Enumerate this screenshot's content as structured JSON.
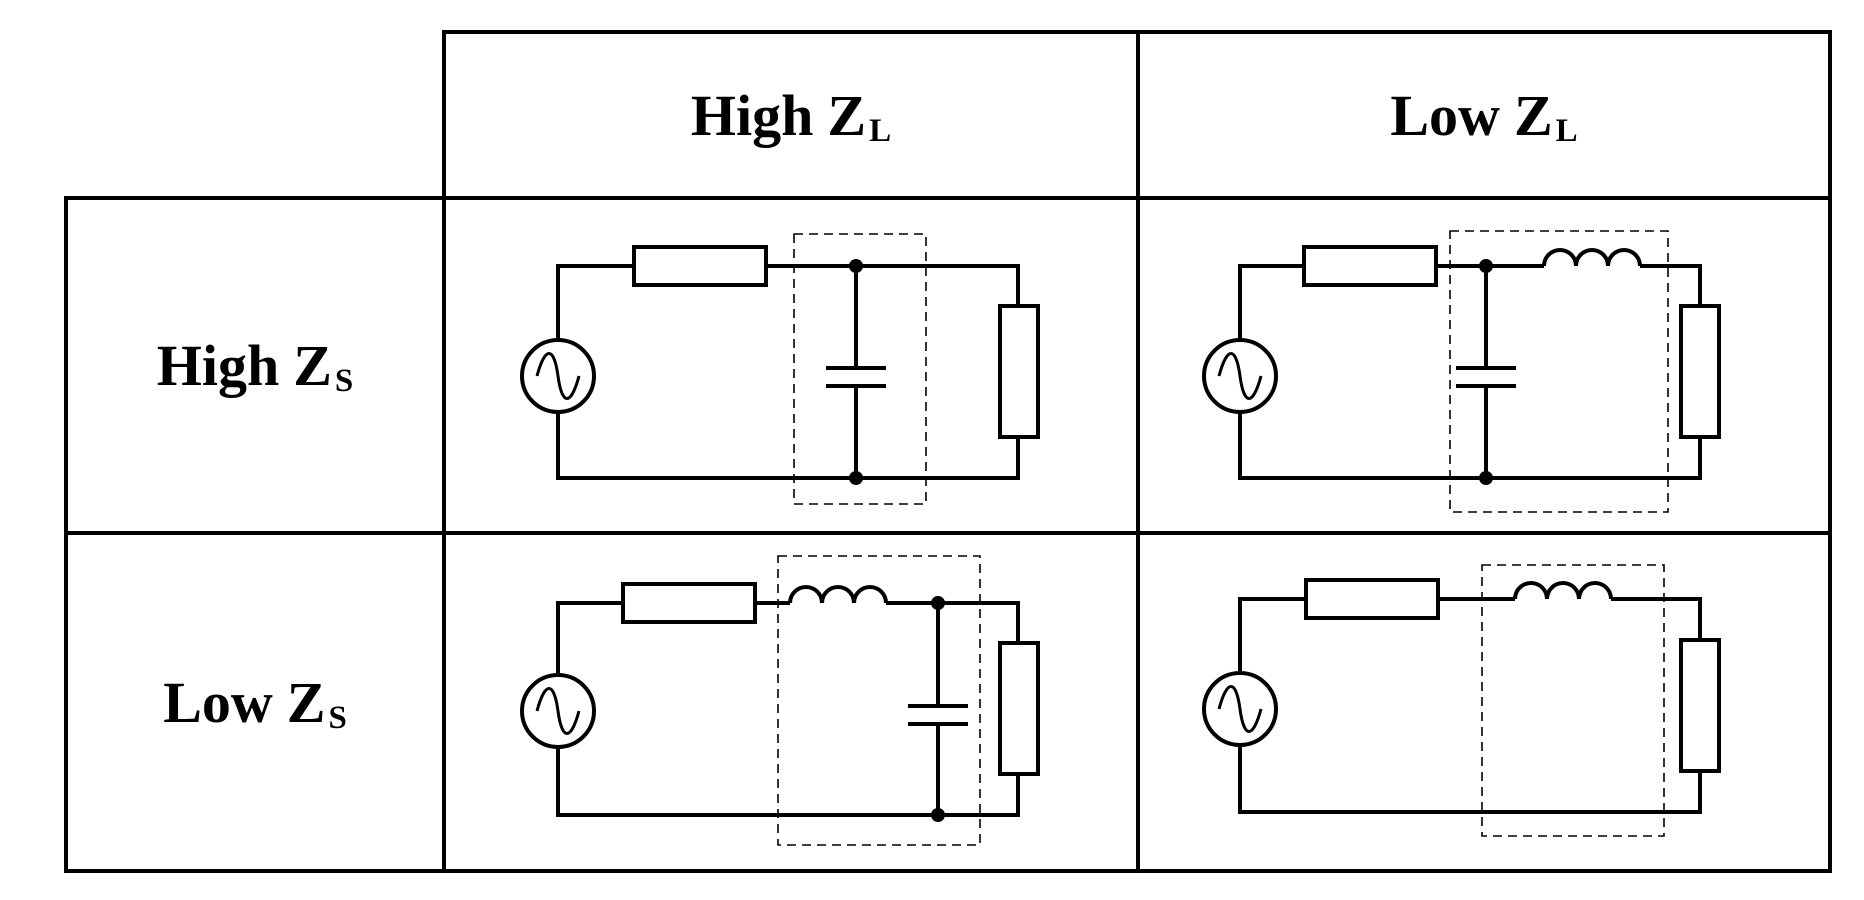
{
  "grid": {
    "columns": [
      {
        "id": "high-zl",
        "label": "High",
        "symbol": "Z",
        "subscript": "L"
      },
      {
        "id": "low-zl",
        "label": "Low",
        "symbol": "Z",
        "subscript": "L"
      }
    ],
    "rows": [
      {
        "id": "high-zs",
        "label": "High",
        "symbol": "Z",
        "subscript": "S"
      },
      {
        "id": "low-zs",
        "label": "Low",
        "symbol": "Z",
        "subscript": "S"
      }
    ]
  },
  "circuits": [
    {
      "id": "high-zs-high-zl",
      "row": "high-zs",
      "column": "high-zl",
      "filter_elements": [
        "shunt-capacitor"
      ]
    },
    {
      "id": "high-zs-low-zl",
      "row": "high-zs",
      "column": "low-zl",
      "filter_elements": [
        "shunt-capacitor",
        "series-inductor"
      ]
    },
    {
      "id": "low-zs-high-zl",
      "row": "low-zs",
      "column": "high-zl",
      "filter_elements": [
        "series-inductor",
        "shunt-capacitor"
      ]
    },
    {
      "id": "low-zs-low-zl",
      "row": "low-zs",
      "column": "low-zl",
      "filter_elements": [
        "series-inductor"
      ]
    }
  ],
  "colors": {
    "line": "#000000",
    "background": "#ffffff"
  }
}
